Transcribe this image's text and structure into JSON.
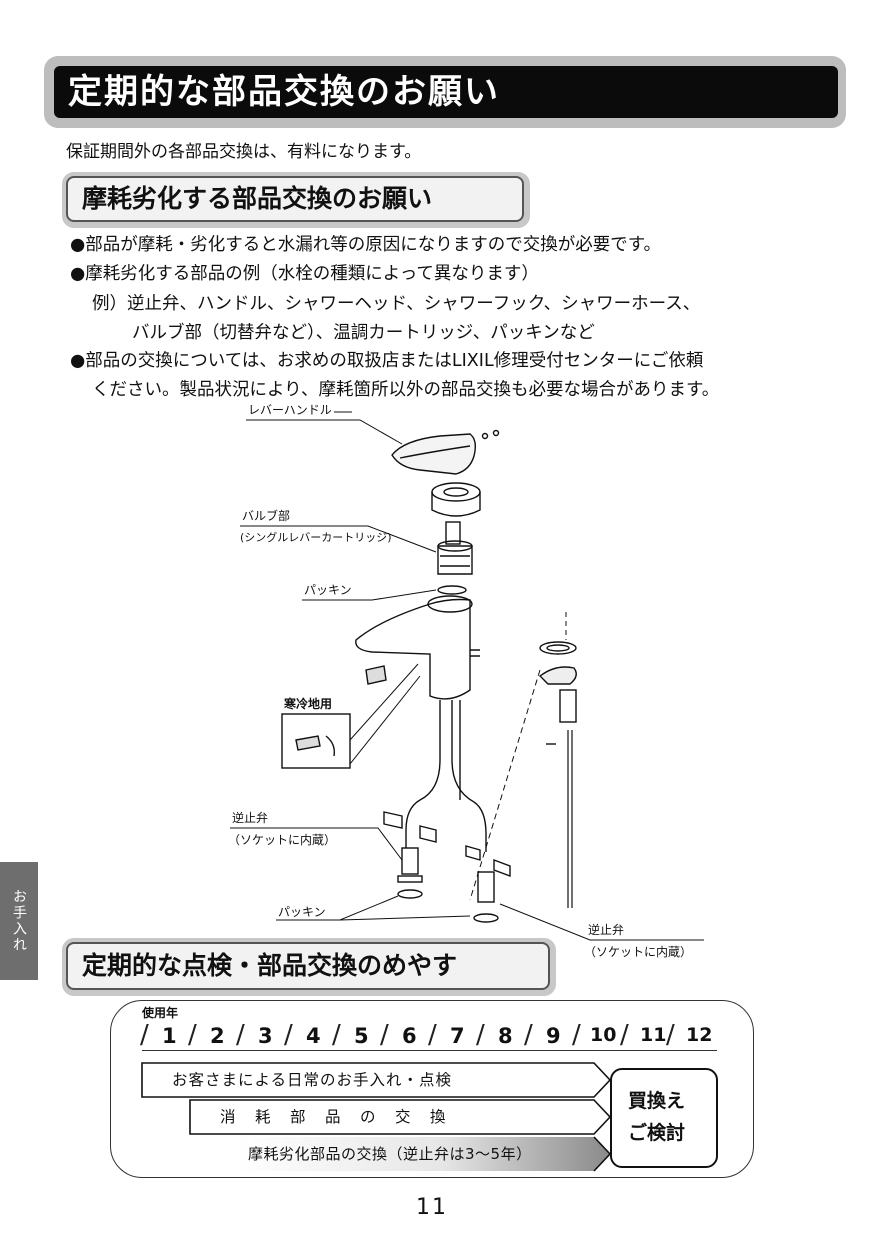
{
  "title": "定期的な部品交換のお願い",
  "intro": "保証期間外の各部品交換は、有料になります。",
  "section1": {
    "heading": "摩耗劣化する部品交換のお願い",
    "bullets": [
      "●部品が摩耗・劣化すると水漏れ等の原因になりますので交換が必要です。",
      "●摩耗劣化する部品の例（水栓の種類によって異なります）",
      "例）逆止弁、ハンドル、シャワーヘッド、シャワーフック、シャワーホース、",
      "バルブ部（切替弁など）、温調カートリッジ、パッキンなど",
      "●部品の交換については、お求めの取扱店またはLIXIL修理受付センターにご依頼",
      "ください。製品状況により、摩耗箇所以外の部品交換も必要な場合があります。"
    ]
  },
  "diagram": {
    "lever_handle": "レバーハンドル",
    "valve": "バルブ部",
    "valve_sub": "(シングルレバーカートリッジ)",
    "packing_top": "パッキン",
    "cold_region": "寒冷地用",
    "check_valve_left": "逆止弁",
    "check_valve_left_sub": "（ソケットに内蔵）",
    "packing_bottom": "パッキン",
    "check_valve_right": "逆止弁",
    "check_valve_right_sub": "（ソケットに内蔵）"
  },
  "side_tab": "お手入れ",
  "section2": {
    "heading": "定期的な点検・部品交換のめやす",
    "years_label": "使用年",
    "years": [
      "1",
      "2",
      "3",
      "4",
      "5",
      "6",
      "7",
      "8",
      "9",
      "10",
      "11",
      "12"
    ],
    "rows": [
      "お客さまによる日常のお手入れ・点検",
      "消　耗　部　品　の　交　換",
      "摩耗劣化部品の交換（逆止弁は3〜5年）"
    ],
    "action_line1": "買換え",
    "action_line2": "ご検討"
  },
  "page_number": "11"
}
